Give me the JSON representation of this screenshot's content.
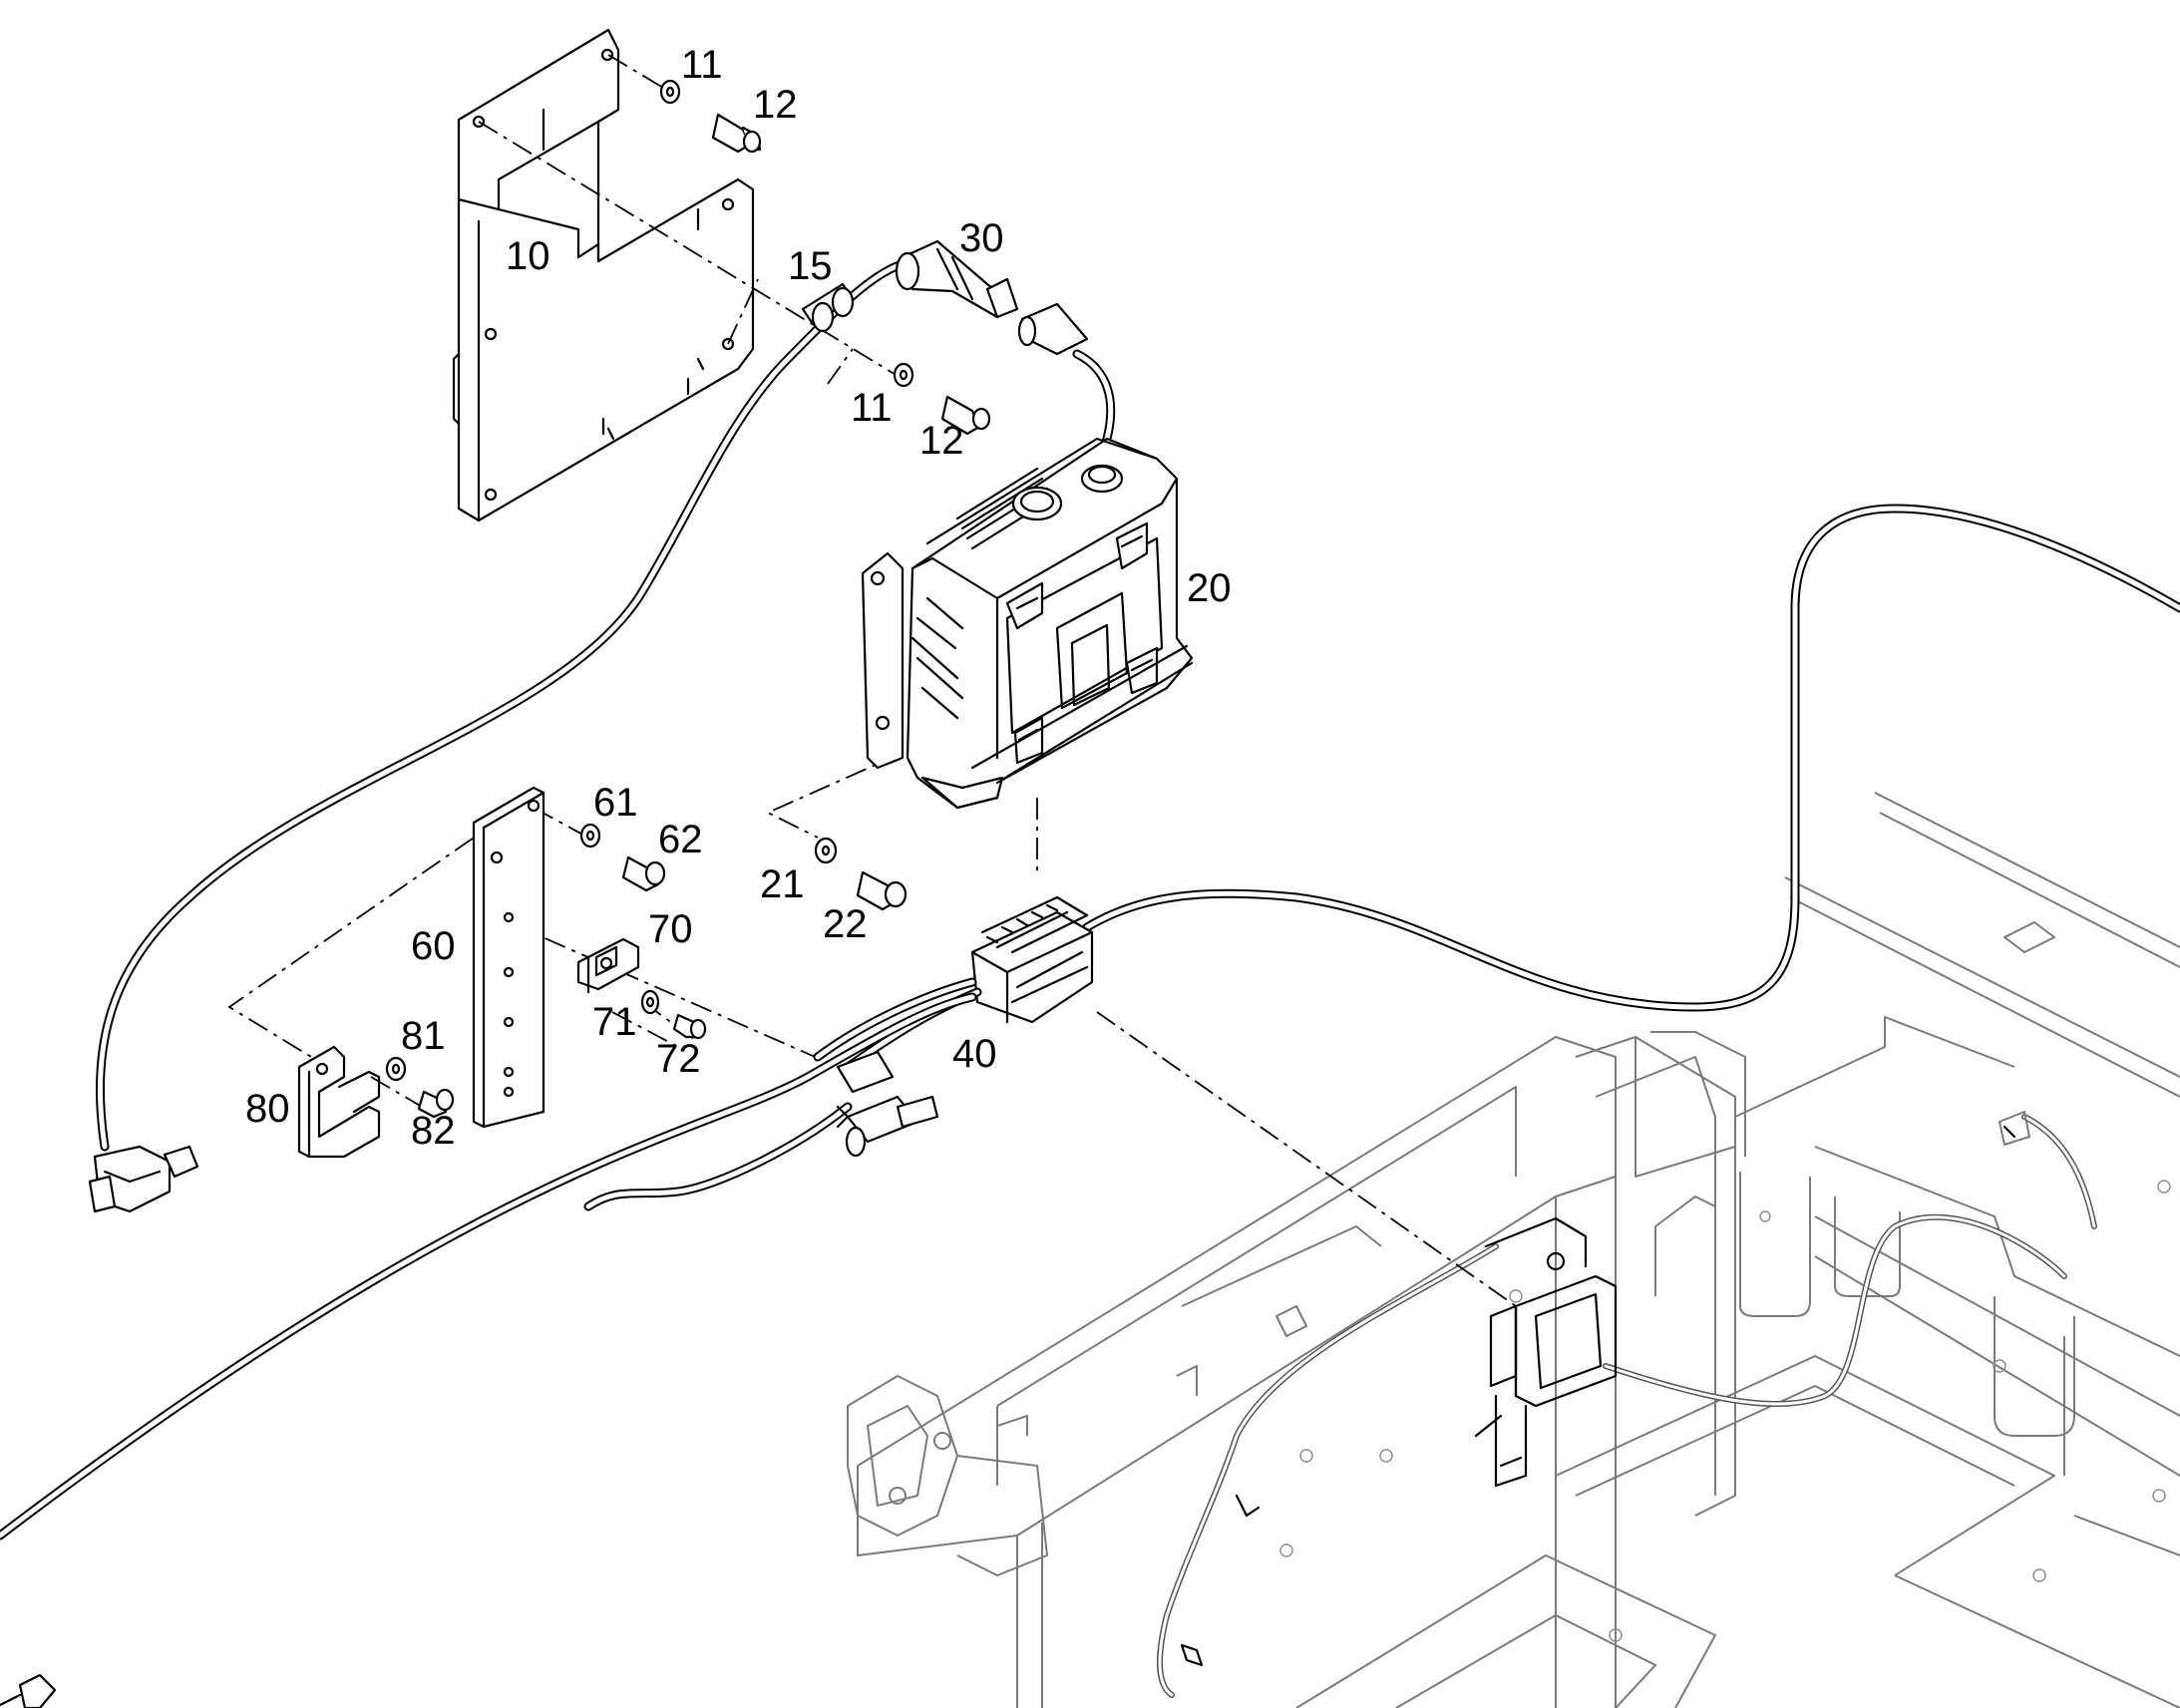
{
  "callouts": [
    {
      "id": "c11a",
      "text": "11"
    },
    {
      "id": "c12a",
      "text": "12"
    },
    {
      "id": "c10",
      "text": "10"
    },
    {
      "id": "c15",
      "text": "15"
    },
    {
      "id": "c30",
      "text": "30"
    },
    {
      "id": "c11b",
      "text": "11"
    },
    {
      "id": "c12b",
      "text": "12"
    },
    {
      "id": "c20",
      "text": "20"
    },
    {
      "id": "c61",
      "text": "61"
    },
    {
      "id": "c62",
      "text": "62"
    },
    {
      "id": "c21",
      "text": "21"
    },
    {
      "id": "c22",
      "text": "22"
    },
    {
      "id": "c60",
      "text": "60"
    },
    {
      "id": "c70",
      "text": "70"
    },
    {
      "id": "c71",
      "text": "71"
    },
    {
      "id": "c72",
      "text": "72"
    },
    {
      "id": "c40",
      "text": "40"
    },
    {
      "id": "c81",
      "text": "81"
    },
    {
      "id": "c80",
      "text": "80"
    },
    {
      "id": "c82",
      "text": "82"
    }
  ],
  "colors": {
    "line": "#000000",
    "context": "#7a7a7a",
    "background": "#ffffff"
  }
}
